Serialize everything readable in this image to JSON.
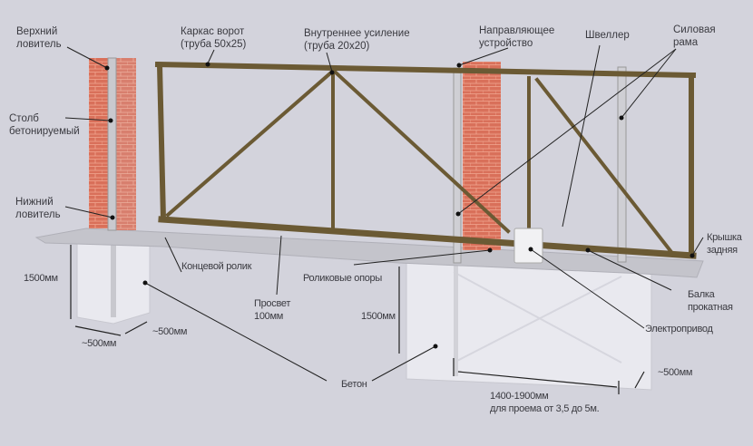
{
  "title": "Схема откатных ворот",
  "labels": {
    "top_catcher": [
      "Верхний",
      "ловитель"
    ],
    "gate_frame": [
      "Каркас ворот",
      "(труба 50x25)"
    ],
    "inner_reinforcement": [
      "Внутреннее усиление",
      "(труба 20x20)"
    ],
    "guide_device": [
      "Направляющее",
      "устройство"
    ],
    "channel": "Швеллер",
    "power_frame": [
      "Силовая",
      "рама"
    ],
    "post": [
      "Столб",
      "бетонируемый"
    ],
    "bottom_catcher": [
      "Нижний",
      "ловитель"
    ],
    "end_roller": "Концевой ролик",
    "roller_supports": "Роликовые опоры",
    "clearance": [
      "Просвет",
      "100мм"
    ],
    "rear_cap": [
      "Крышка",
      "задняя"
    ],
    "rolling_beam": [
      "Балка",
      "прокатная"
    ],
    "electric_drive": "Электропривод",
    "concrete": "Бетон",
    "depth_left": "1500мм",
    "depth_right": "1500мм",
    "width_left_a": "~500мм",
    "width_left_b": "~500мм",
    "width_right": "~500мм",
    "length_right": [
      "1400-1900мм",
      "для проема от 3,5 до 5м."
    ]
  },
  "colors": {
    "background": "#d3d3dc",
    "frame": "#6b5a34",
    "brick": "#d9705a",
    "concrete": "#e8e8ee",
    "post": "#c8c8cc"
  }
}
